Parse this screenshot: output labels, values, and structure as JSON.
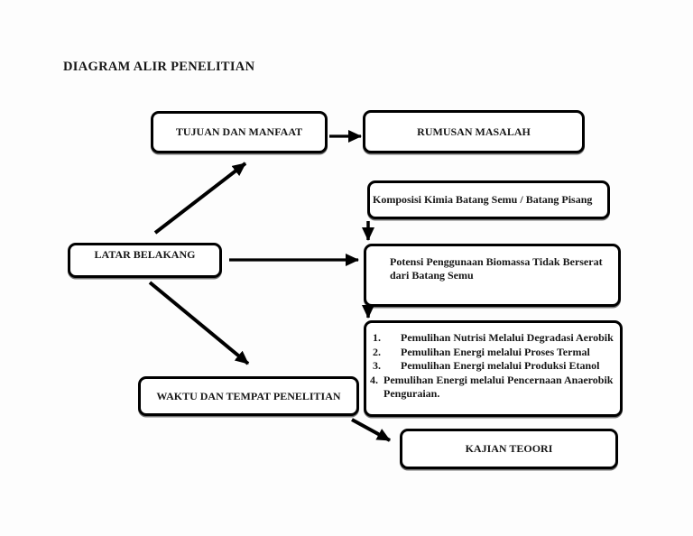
{
  "title": "DIAGRAM ALIR PENELITIAN",
  "colors": {
    "line": "#000000",
    "box_border": "#000000",
    "background": "#ffffff",
    "text": "#161616"
  },
  "nodes": {
    "tujuan": {
      "label": "TUJUAN DAN MANFAAT"
    },
    "rumusan": {
      "label": "RUMUSAN MASALAH"
    },
    "komposisi": {
      "label": "Komposisi Kimia Batang Semu / Batang Pisang"
    },
    "latar": {
      "label": "LATAR BELAKANG"
    },
    "potensi": {
      "label_lines": [
        "Potensi Penggunaan Biomassa Tidak Berserat",
        "dari Batang Semu"
      ]
    },
    "pemulihan_list": {
      "items": [
        {
          "num": "1.",
          "text": "Pemulihan Nutrisi Melalui Degradasi Aerobik"
        },
        {
          "num": "2.",
          "text": "Pemulihan Energi melalui Proses Termal"
        },
        {
          "num": "3.",
          "text": "Pemulihan Energi melalui Produksi Etanol"
        },
        {
          "num": "4.",
          "text": "Pemulihan Energi melalui Pencernaan Anaerobik",
          "text2": "Penguraian."
        }
      ]
    },
    "waktu": {
      "label": "WAKTU DAN TEMPAT PENELITIAN"
    },
    "kajian": {
      "label": "KAJIAN TEOORI"
    }
  },
  "edges": [
    {
      "from": "tujuan-dan-manfaat",
      "to": "rumusan-masalah"
    },
    {
      "from": "latar-belakang",
      "to": "tujuan-dan-manfaat"
    },
    {
      "from": "latar-belakang",
      "to": "potensi-penggunaan-biomassa"
    },
    {
      "from": "latar-belakang",
      "to": "waktu-dan-tempat-penelitian"
    },
    {
      "from": "komposisi-kimia-batang-semu",
      "to": "potensi-penggunaan-biomassa"
    },
    {
      "from": "potensi-penggunaan-biomassa",
      "to": "pemulihan-list"
    },
    {
      "from": "waktu-dan-tempat-penelitian",
      "to": "kajian-teoori"
    }
  ]
}
